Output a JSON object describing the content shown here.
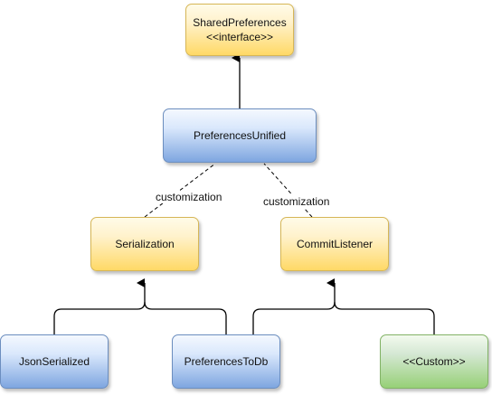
{
  "nodes": {
    "shared_preferences": {
      "title": "SharedPreferences",
      "subtitle": "<<interface>>"
    },
    "preferences_unified": {
      "title": "PreferencesUnified"
    },
    "serialization": {
      "title": "Serialization"
    },
    "commit_listener": {
      "title": "CommitListener"
    },
    "json_serialized": {
      "title": "JsonSerialized"
    },
    "preferences_to_db": {
      "title": "PreferencesToDb"
    },
    "custom": {
      "title": "<<Custom>>"
    }
  },
  "edges": {
    "customization_left": "customization",
    "customization_right": "customization"
  },
  "colors": {
    "interface_fill": "#ffd966",
    "class_fill": "#7ea6e0",
    "custom_fill": "#97d077",
    "line": "#000000"
  }
}
